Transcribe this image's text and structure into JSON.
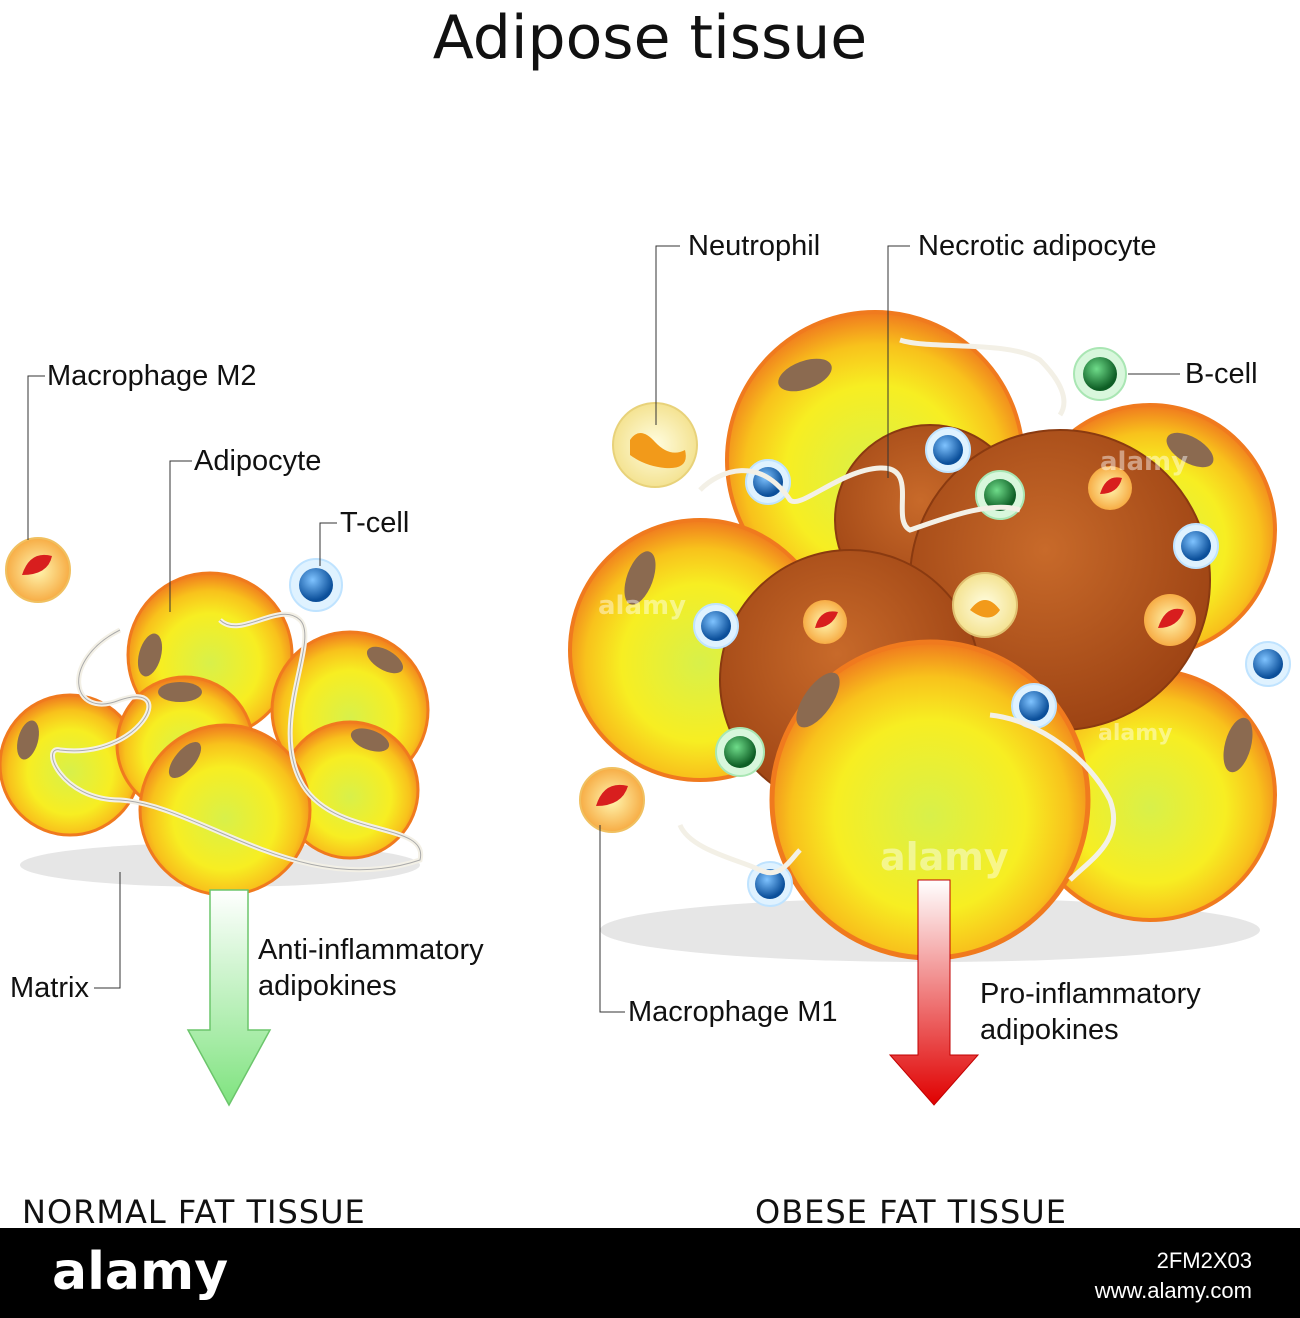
{
  "title": "Adipose tissue",
  "labels": {
    "macrophage_m2": "Macrophage M2",
    "adipocyte": "Adipocyte",
    "t_cell": "T-cell",
    "matrix": "Matrix",
    "anti_inflammatory": [
      "Anti-inflammatory",
      "adipokines"
    ],
    "neutrophil": "Neutrophil",
    "necrotic_adipocyte": "Necrotic adipocyte",
    "b_cell": "B-cell",
    "macrophage_m1": "Macrophage M1",
    "pro_inflammatory": [
      "Pro-inflammatory",
      "adipokines"
    ]
  },
  "sections": {
    "normal": "NORMAL FAT TISSUE",
    "obese": "OBESE FAT TISSUE"
  },
  "watermarks": [
    "alamy",
    "alamy",
    "alamy",
    "alamy"
  ],
  "footer": {
    "logo": "alamy",
    "image_id": "2FM2X03",
    "site": "www.alamy.com"
  },
  "colors": {
    "adipocyte_outer": "#f07a1e",
    "adipocyte_inner": "#f5f02a",
    "necrotic": "#b5531b",
    "t_cell": "#1a6fc4",
    "b_cell": "#1f8a3a",
    "anti_arrow": "#8ee88e",
    "pro_arrow": "#e01010"
  }
}
